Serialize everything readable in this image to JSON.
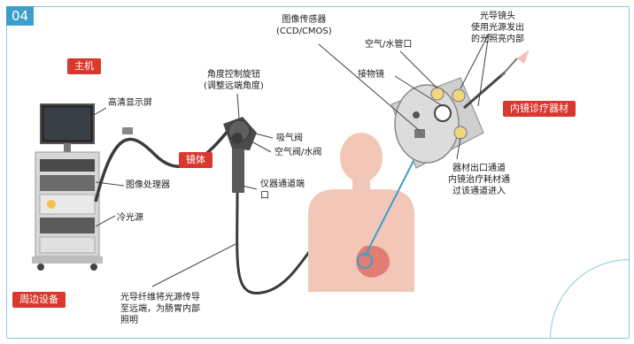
{
  "panel_number": "04",
  "colors": {
    "accent": "#3d9fc9",
    "tag": "#d9382f",
    "border": "#8cc8df",
    "body": "#f2c7b8"
  },
  "tags": {
    "host": "主机",
    "scope": "镜体",
    "peripheral": "周边设备",
    "instruments": "内镜诊疗器材"
  },
  "labels": {
    "hd_monitor": "高清显示屏",
    "image_processor": "图像处理器",
    "cold_light": "冷光源",
    "angle_knob": "角度控制旋钮",
    "angle_knob_note": "(调整远端角度)",
    "suction_valve": "吸气阀",
    "air_water_valve": "空气阀/水阀",
    "instrument_port": "仪器通道端",
    "instrument_port_2": "口",
    "image_sensor": "图像传感器",
    "image_sensor_note": "(CCD/CMOS)",
    "air_water_tube": "空气/水管口",
    "objective": "接物镜",
    "light_lens": "光导镜头",
    "light_lens_note_1": "使用光源发出",
    "light_lens_note_2": "的光照亮内部",
    "channel_exit": "器材出口通道",
    "channel_exit_note_1": "内镜治疗耗材通",
    "channel_exit_note_2": "过该通道进入",
    "fiber_1": "光导纤维将光源传导",
    "fiber_2": "至远端，为肠胃内部",
    "fiber_3": "照明"
  }
}
